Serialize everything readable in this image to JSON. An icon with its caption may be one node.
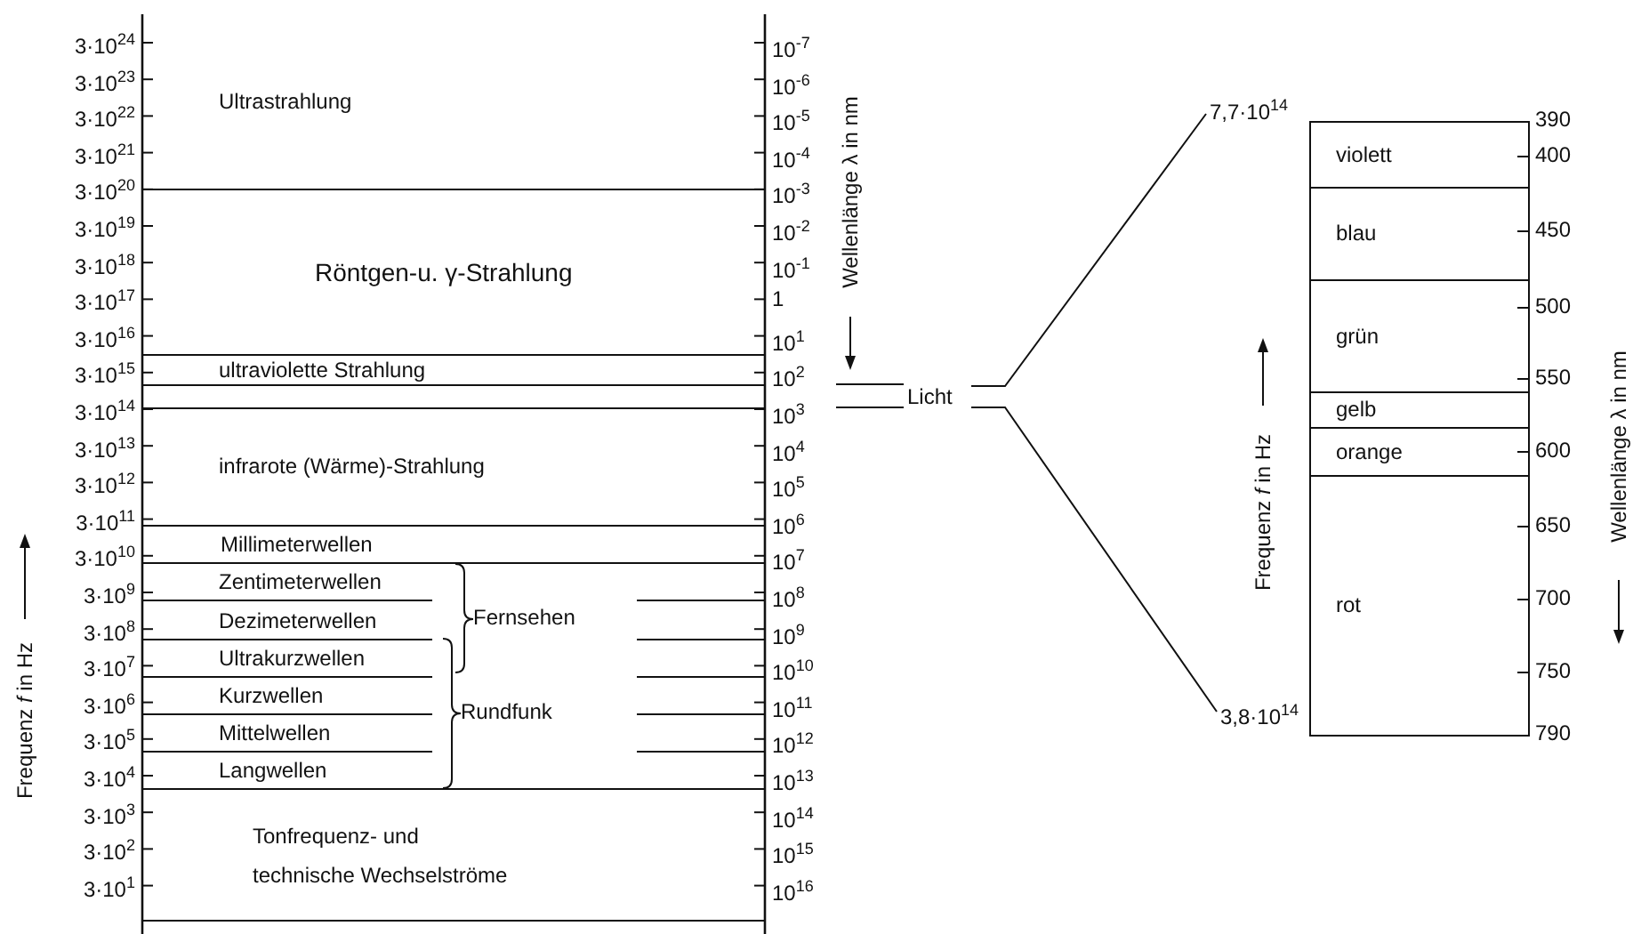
{
  "diagram": {
    "nodes": [
      {
        "text": [
          "Ultrastrahlung"
        ]
      },
      {
        "text": [
          "Röntgen-u. γ-Strahlung"
        ]
      },
      {
        "text": [
          "ultraviolette Strahlung"
        ]
      },
      {
        "text": [],
        "shape": "box"
      },
      {
        "text": [
          "infrarote (Wärme)-Strahlung"
        ]
      },
      {
        "text": [
          "Millimeterwellen"
        ]
      },
      {
        "text": [
          "Zentimeterwellen"
        ]
      },
      {
        "text": [
          "Dezimeterwellen"
        ]
      },
      {
        "text": [
          "Ultrakurzwellen"
        ]
      },
      {
        "text": [
          "Kurzwellen"
        ]
      },
      {
        "text": [
          "Mittelwellen"
        ]
      },
      {
        "text": [
          "Langwellen"
        ]
      },
      {
        "text": [
          "Tonfrequenz- und technische Wechselströme"
        ]
      },
      {
        "text": [
          "Licht"
        ]
      },
      {
        "text": [
          "7,7·10$^{14}$"
        ]
      },
      {
        "text": [
          "3,8·10$^{14}$"
        ]
      },
      {
        "text": [],
        "shape": "box"
      },
      {
        "text": [
          "violett"
        ],
        "in": 16
      },
      {
        "text": [
          "blau"
        ],
        "in": 16
      },
      {
        "text": [
          "grün"
        ],
        "in": 16
      },
      {
        "text": [
          "gelb"
        ],
        "in": 16
      },
      {
        "text": [
          "orange"
        ],
        "in": 16
      },
      {
        "text": [
          "rot"
        ],
        "in": 16
      }
    ],
    "edges": [
      {
        "from": null,
        "to": 13,
        "arrow": "none"
      },
      {
        "from": null,
        "to": 13,
        "arrow": "none"
      },
      {
        "from": 13,
        "to": 14,
        "arrow": "none"
      },
      {
        "from": 13,
        "to": 15,
        "arrow": "none"
      }
    ],
    "labels": [
      "3·10$^{24}$",
      "3·10$^{23}$",
      "3·10$^{22}$",
      "3·10$^{21}$",
      "3·10$^{20}$",
      "3·10$^{19}$",
      "3·10$^{18}$",
      "3·10$^{17}$",
      "3·10$^{16}$",
      "3·10$^{15}$",
      "3·10$^{14}$",
      "3·10$^{13}$",
      "3·10$^{12}$",
      "3·10$^{11}$",
      "3·10$^{10}$",
      "3·10$^{9}$",
      "3·10$^{8}$",
      "3·10$^{7}$",
      "3·10$^{6}$",
      "3·10$^{5}$",
      "3·10$^{4}$",
      "3·10$^{3}$",
      "3·10$^{2}$",
      "3·10$^{1}$",
      "Frequenz *f* in Hz",
      "10$^{-7}$",
      "10$^{-6}$",
      "10$^{-5}$",
      "10$^{-4}$",
      "10$^{-3}$",
      "10$^{-2}$",
      "10$^{-1}$",
      "1",
      "10$^{1}$",
      "10$^{2}$",
      "10$^{3}$",
      "10$^{4}$",
      "10$^{5}$",
      "10$^{6}$",
      "10$^{7}$",
      "10$^{8}$",
      "10$^{9}$",
      "10$^{10}$",
      "10$^{11}$",
      "10$^{12}$",
      "10$^{13}$",
      "10$^{14}$",
      "10$^{15}$",
      "10$^{16}$",
      "Wellenlänge λ in nm",
      "Fernsehen",
      "Rundfunk",
      "390",
      "400",
      "450",
      "500",
      "550",
      "600",
      "650",
      "700",
      "750",
      "790",
      "Frequenz *f* in Hz",
      "Wellenlänge λ in nm"
    ]
  }
}
